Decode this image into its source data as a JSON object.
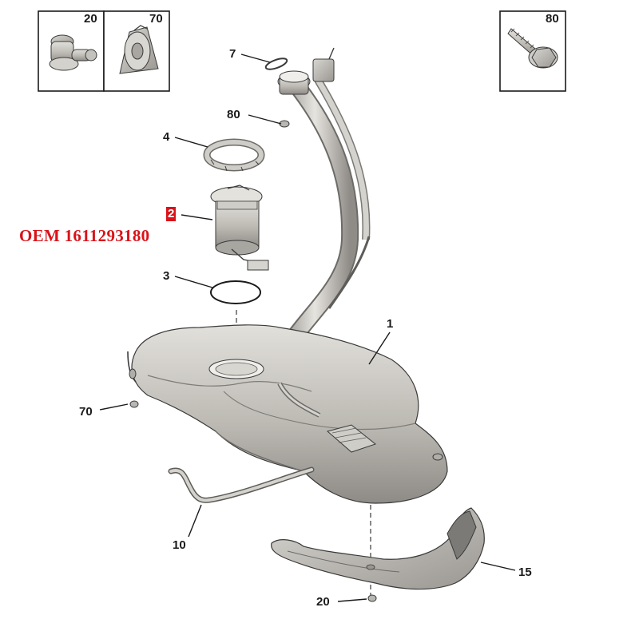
{
  "insets": [
    {
      "label": "20",
      "part": "push-rivet"
    },
    {
      "label": "70",
      "part": "plastic-clip"
    },
    {
      "label": "80",
      "part": "flange-bolt"
    }
  ],
  "callouts": {
    "c7": "7",
    "c80": "80",
    "c4": "4",
    "c2": "2",
    "c3": "3",
    "c1": "1",
    "c70": "70",
    "c10": "10",
    "c15": "15",
    "c20": "20"
  },
  "oem_text": "OEM 1611293180",
  "colors": {
    "highlight": "#d9131a",
    "oem": "#d9131a",
    "part_fill": "#c9c7c2",
    "part_shadow": "#8f8d88",
    "line": "#1a1a1a"
  }
}
